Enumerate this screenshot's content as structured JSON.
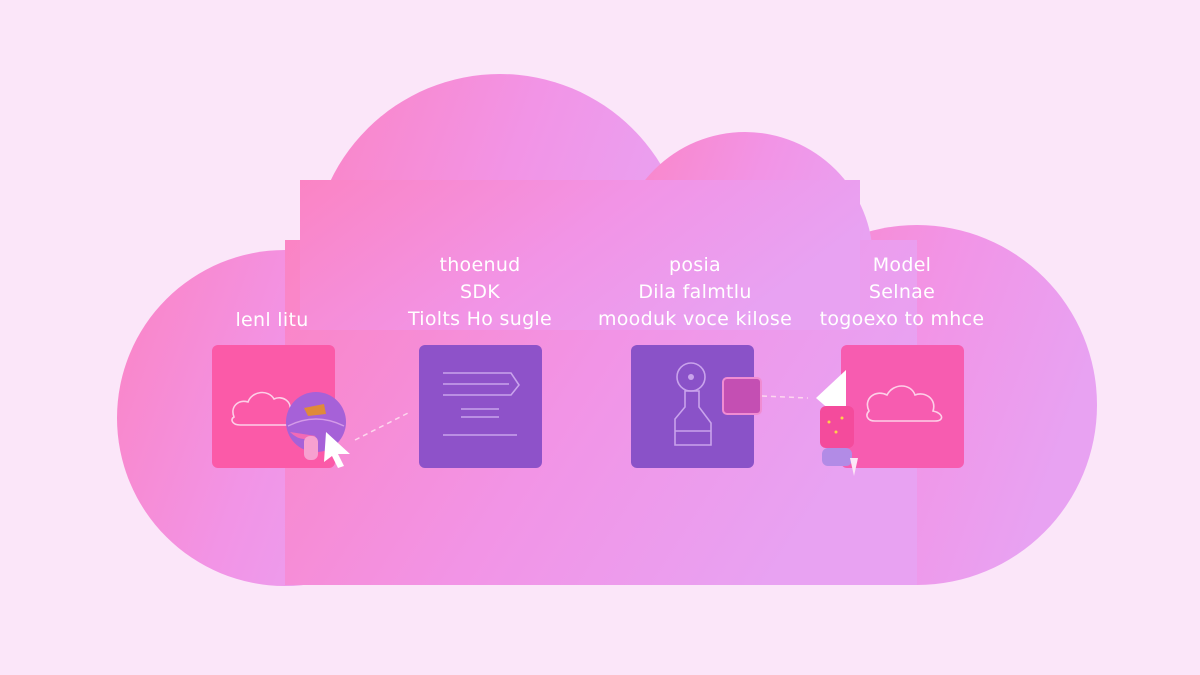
{
  "colors": {
    "background": "#fbe6f9",
    "cloud_left": "#fb84c4",
    "cloud_right": "#e8a2f2",
    "tile_pink": "#fb5aa8",
    "tile_purple": "#8e52c9",
    "tile_violet": "#8a52c8",
    "tile_magenta": "#f75cb0"
  },
  "nodes": [
    {
      "lines": [
        "lenl litu"
      ],
      "icon": "cloud-icon",
      "tile_color": "#fb5aa8"
    },
    {
      "lines": [
        "thoenud",
        "SDK",
        "Tiolts Ho sugle"
      ],
      "icon": "code-lines-icon",
      "tile_color": "#8e52c9"
    },
    {
      "lines": [
        "posia",
        "Dila falmtlu",
        "mooduk voce kilose"
      ],
      "icon": "joystick-icon",
      "tile_color": "#8a52c8"
    },
    {
      "lines": [
        "Model",
        "Selnae",
        "togoexo to mhce"
      ],
      "icon": "cloud-icon",
      "tile_color": "#f75cb0"
    }
  ]
}
